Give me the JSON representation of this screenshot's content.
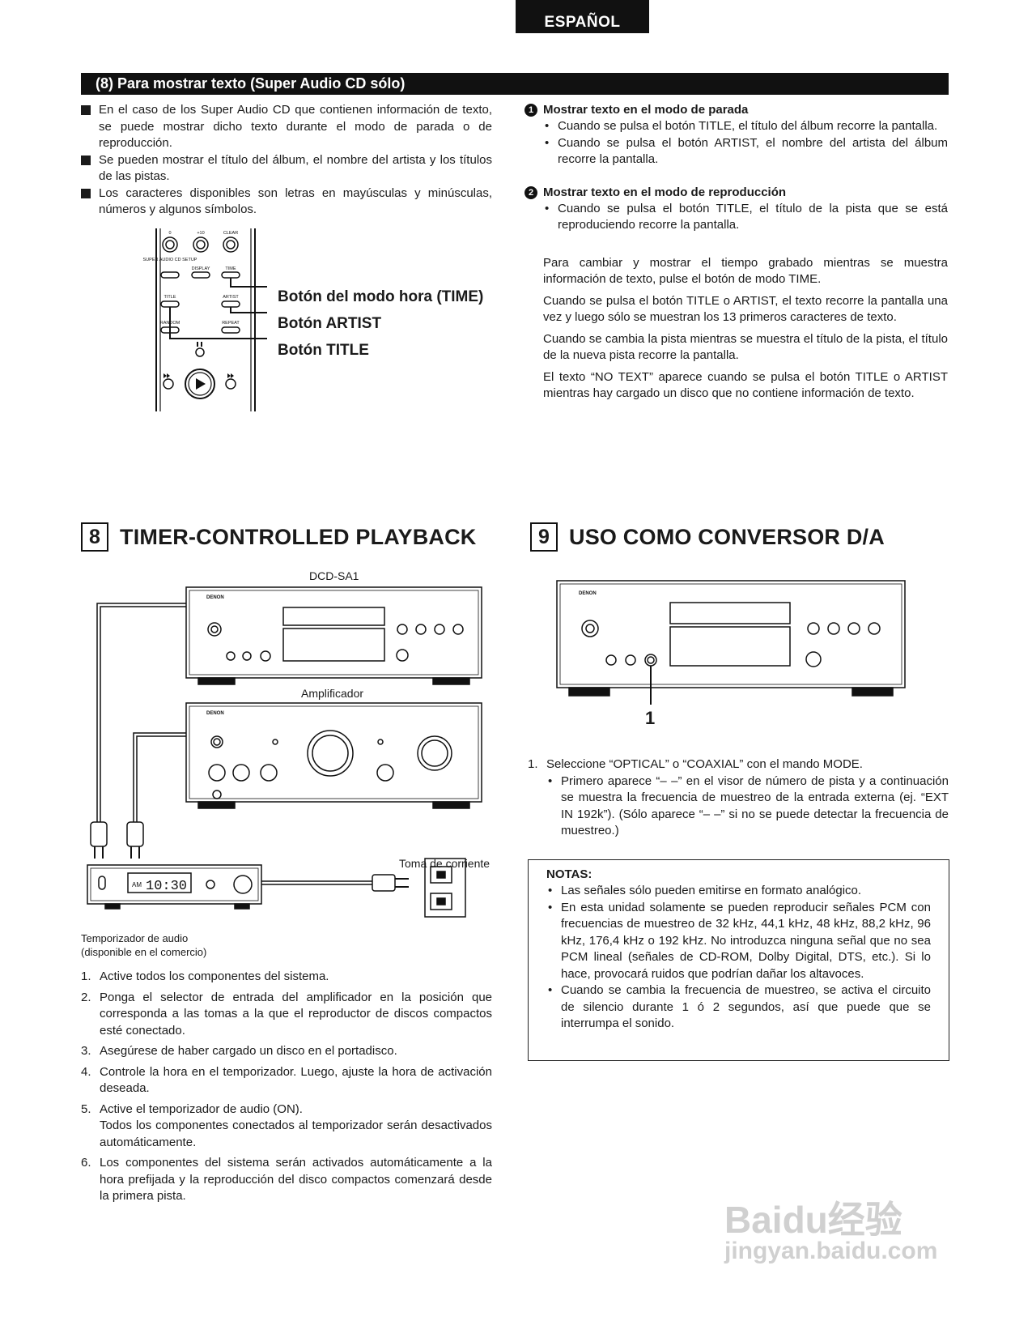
{
  "header": {
    "language_tab": "ESPAÑOL"
  },
  "section8text": {
    "title": "(8) Para mostrar texto (Super Audio CD sólo)",
    "bullets": [
      "En el caso de los Super Audio CD que contienen información de texto, se puede mostrar dicho texto durante el modo de parada o de reproducción.",
      "Se pueden mostrar el título del álbum, el nombre del artista y los títulos de las pistas.",
      "Los caracteres disponibles son letras en mayúsculas y minúsculas, números y algunos símbolos."
    ],
    "remote": {
      "btn_0": "0",
      "btn_10": "+10",
      "btn_clear": "CLEAR",
      "btn_setup": "SUPER AUDIO CD SETUP",
      "btn_display": "DISPLAY",
      "btn_time": "TIME",
      "btn_title": "TITLE",
      "btn_artist": "ARTIST",
      "btn_random": "RANDOM",
      "btn_repeat": "REPEAT",
      "callout_time": "Botón del modo hora (TIME)",
      "callout_artist": "Botón ARTIST",
      "callout_title": "Botón TITLE"
    },
    "stop_mode": {
      "number": "1",
      "heading": "Mostrar texto en el modo de parada",
      "items": [
        "Cuando se pulsa el botón TITLE, el título del álbum recorre la pantalla.",
        "Cuando se pulsa el botón ARTIST, el nombre del artista del álbum recorre la pantalla."
      ]
    },
    "play_mode": {
      "number": "2",
      "heading": "Mostrar texto en el modo de reproducción",
      "items": [
        "Cuando se pulsa el botón TITLE, el título de la pista que se está reproduciendo recorre la pantalla."
      ]
    },
    "paragraphs": [
      "Para cambiar y mostrar el tiempo grabado mientras se muestra información de texto, pulse el botón de modo TIME.",
      "Cuando se pulsa el botón TITLE o ARTIST, el texto recorre la pantalla una vez y luego sólo se muestran los 13 primeros caracteres de texto.",
      "Cuando se cambia la pista mientras se muestra el título de la pista, el título de la nueva pista recorre la pantalla.",
      "El texto “NO TEXT” aparece cuando se pulsa el botón TITLE o ARTIST mientras hay cargado un disco que no contiene información de texto."
    ]
  },
  "timer": {
    "number": "8",
    "title": "TIMER-CONTROLLED PLAYBACK",
    "label_player": "DCD-SA1",
    "label_amp": "Amplificador",
    "label_outlet": "Toma de corriente",
    "brand": "DENON",
    "timer_display": "10:30",
    "timer_am": "AM",
    "timer_caption_1": "Temporizador de audio",
    "timer_caption_2": "(disponible en el comercio)",
    "steps": [
      {
        "n": "1.",
        "text": "Active todos los componentes del sistema."
      },
      {
        "n": "2.",
        "text": "Ponga el selector de entrada del amplificador en la posición que corresponda a las tomas a la que el reproductor de discos compactos esté conectado."
      },
      {
        "n": "3.",
        "text": "Asegúrese de haber cargado un disco en el portadisco."
      },
      {
        "n": "4.",
        "text": "Controle la hora en el temporizador. Luego, ajuste la hora de activación deseada."
      },
      {
        "n": "5.",
        "text": "Active el temporizador de audio (ON).",
        "extra": "Todos los componentes conectados al temporizador serán desactivados automáticamente."
      },
      {
        "n": "6.",
        "text": "Los componentes del sistema serán activados automáticamente a la hora prefijada y la reproducción del disco compactos comenzará desde la primera pista."
      }
    ]
  },
  "da": {
    "number": "9",
    "title": "USO COMO CONVERSOR D/A",
    "brand": "DENON",
    "callout_1": "1",
    "step1": {
      "n": "1.",
      "text": "Seleccione “OPTICAL” o “COAXIAL” con el mando MODE.",
      "bullet": "Primero aparece “– –”  en el visor de número de pista y a continuación se muestra la frecuencia de muestreo de la entrada externa (ej. “EXT IN 192k”). (Sólo aparece “– –” si no se puede detectar la frecuencia de muestreo.)"
    },
    "notes": {
      "heading": "NOTAS:",
      "items": [
        "Las señales sólo pueden emitirse en formato analógico.",
        "En esta unidad solamente se pueden reproducir señales PCM con frecuencias de muestreo de 32 kHz, 44,1 kHz, 48 kHz, 88,2 kHz, 96 kHz, 176,4 kHz o 192 kHz. No introduzca ninguna señal que no sea PCM lineal (señales de CD-ROM, Dolby Digital, DTS, etc.). Si lo hace, provocará ruidos que podrían dañar los altavoces.",
        "Cuando se cambia la frecuencia de muestreo, se activa el circuito de silencio durante 1 ó 2 segundos, así que puede que se interrumpa el sonido."
      ]
    }
  },
  "watermark": {
    "line1": "Baidu经验",
    "line2": "jingyan.baidu.com"
  }
}
